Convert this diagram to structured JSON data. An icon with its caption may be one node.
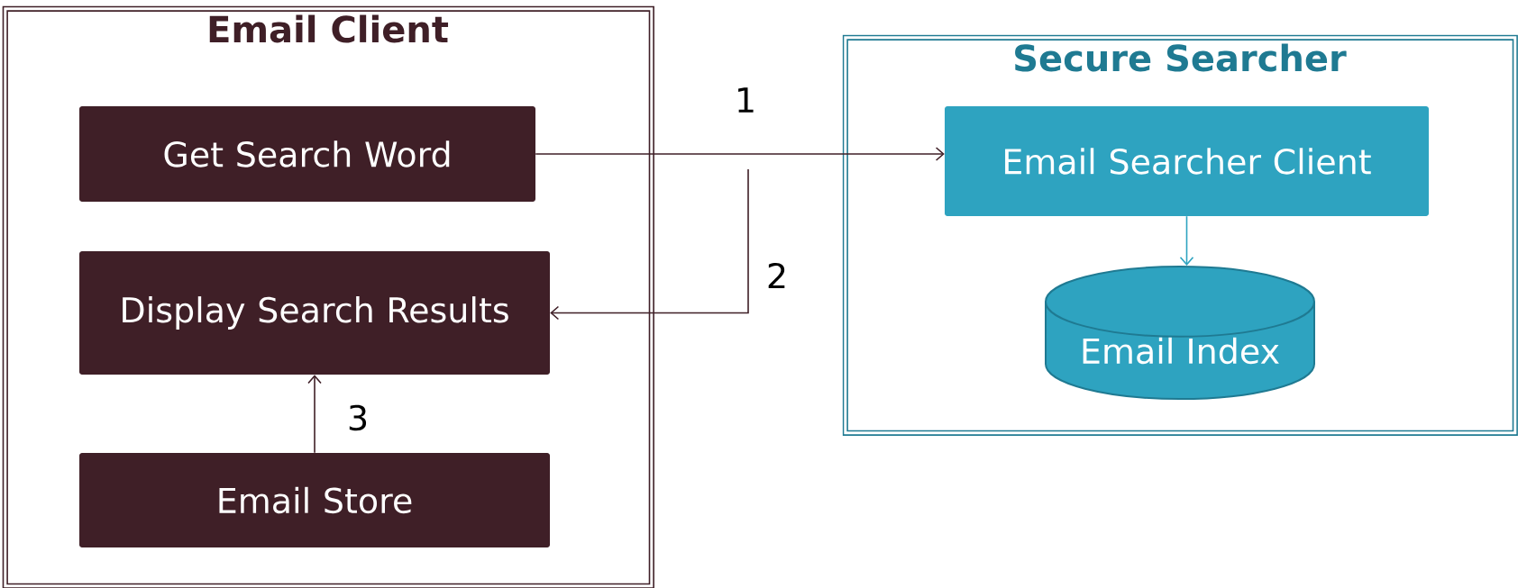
{
  "diagram": {
    "nodes": [
      {
        "text": [
          "Email Client"
        ]
      },
      {
        "text": [
          "Get Search Word"
        ],
        "in": 0
      },
      {
        "text": [
          "Display Search Results"
        ],
        "in": 0
      },
      {
        "text": [
          "Email Store"
        ],
        "in": 0
      },
      {
        "text": [
          "Secure Searcher"
        ]
      },
      {
        "text": [
          "Email Searcher Client"
        ],
        "in": 4
      },
      {
        "text": [
          "Email Index"
        ],
        "in": 4
      }
    ],
    "edges": [
      {
        "from": 1,
        "to": 5,
        "arrow": "to",
        "label": "1"
      },
      {
        "from": null,
        "to": 2,
        "arrow": "to",
        "label": "2"
      },
      {
        "from": 3,
        "to": 2,
        "arrow": "to",
        "label": "3"
      },
      {
        "from": 5,
        "to": 6,
        "arrow": "to",
        "color": "#2ea3c0"
      }
    ]
  }
}
